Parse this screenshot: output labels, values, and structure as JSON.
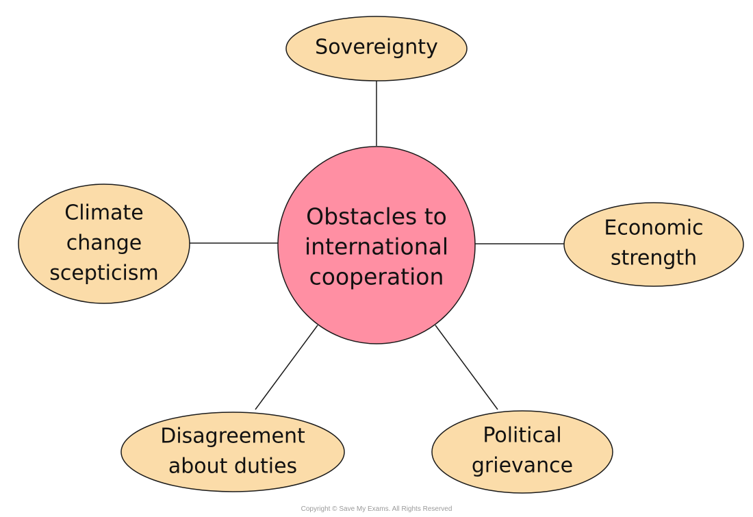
{
  "center": {
    "lines": [
      "Obstacles to",
      "international",
      "cooperation"
    ],
    "fill": "#ff8fa3"
  },
  "nodes": {
    "sovereignty": {
      "lines": [
        "Sovereignty"
      ]
    },
    "economic": {
      "lines": [
        "Economic",
        "strength"
      ]
    },
    "political": {
      "lines": [
        "Political",
        "grievance"
      ]
    },
    "disagreement": {
      "lines": [
        "Disagreement",
        "about duties"
      ]
    },
    "climate": {
      "lines": [
        "Climate",
        "change",
        "scepticism"
      ]
    }
  },
  "colors": {
    "node_fill": "#fbdca9",
    "outline": "#1a1a1a"
  },
  "copyright": "Copyright © Save My Exams. All Rights Reserved"
}
